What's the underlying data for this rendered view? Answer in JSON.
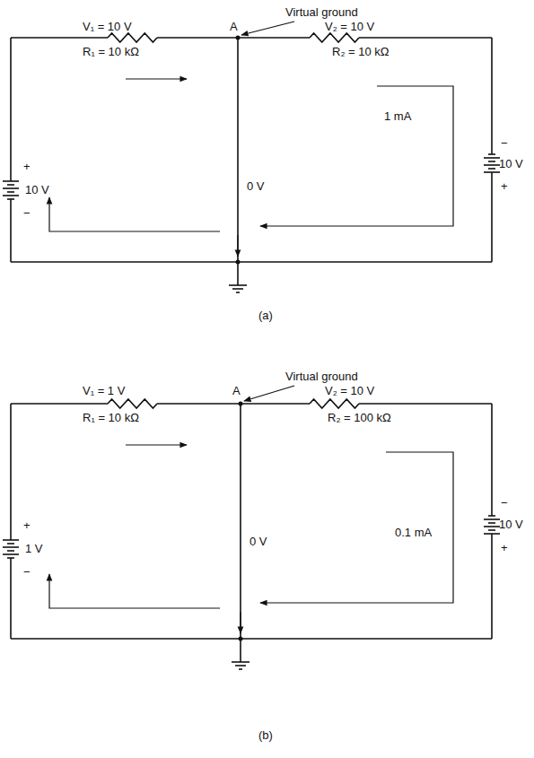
{
  "diagram": {
    "labels": [
      "Virtual ground",
      "V₁ = 10 V",
      "R₁ = 10 kΩ",
      "A",
      "V₂ = 10 V",
      "R₂ = 10 kΩ",
      "1 mA",
      "+",
      "10 V",
      "−",
      "0 V",
      "−",
      "10 V",
      "+",
      "(a)",
      "Virtual ground",
      "V₁ = 1 V",
      "R₁ = 10 kΩ",
      "A",
      "V₂ = 10 V",
      "R₂ = 100 kΩ",
      "+",
      "1 V",
      "−",
      "0.1 mA",
      "0 V",
      "−",
      "10 V",
      "+",
      "(b)"
    ]
  }
}
